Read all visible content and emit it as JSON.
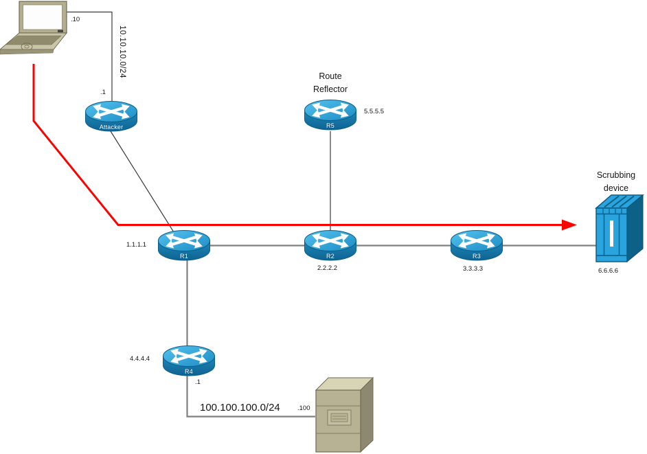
{
  "nodes": {
    "attacker_router": {
      "name": "Attacker"
    },
    "r1": {
      "name": "R1",
      "ip": "1.1.1.1"
    },
    "r2": {
      "name": "R2",
      "ip": "2.2.2.2"
    },
    "r3": {
      "name": "R3",
      "ip": "3.3.3.3"
    },
    "r4": {
      "name": "R4",
      "ip": "4.4.4.4"
    },
    "r5": {
      "name": "R5",
      "ip": "5.5.5.5",
      "role": "Route Reflector"
    },
    "scrubbing_device": {
      "label": "Scrubbing device",
      "ip": "6.6.6.6"
    }
  },
  "links": {
    "pc_to_attacker": {
      "subnet": "10.10.10.0/24",
      "pc_end": ".10",
      "router_end": ".1"
    },
    "r4_to_server": {
      "subnet": "100.100.100.0/24",
      "router_end": ".1",
      "server_end": ".100"
    }
  },
  "colors": {
    "attack_path": "#ff0000",
    "router_top": "#2fa8dc",
    "router_body": "#1478ad",
    "link_primary": "#7f7f7f",
    "link_secondary": "#3a3a3a",
    "scrubbing_front": "#29a4df",
    "scrubbing_side": "#0b5f86",
    "server_body": "#b7b294",
    "laptop_body": "#b4af90"
  }
}
